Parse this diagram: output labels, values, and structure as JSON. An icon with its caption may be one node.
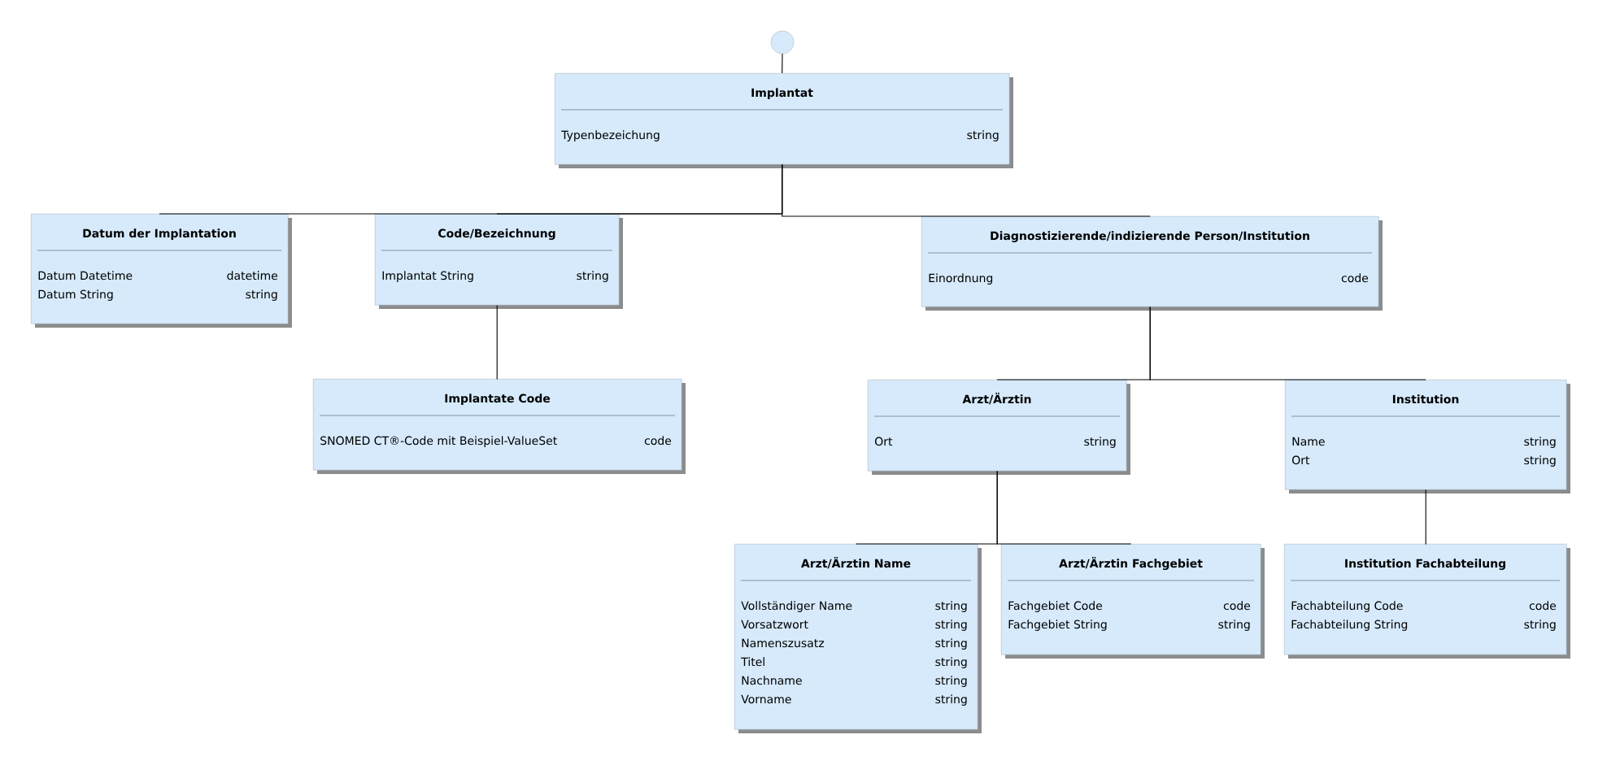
{
  "diagram": {
    "nodes": [
      {
        "text": [],
        "shape": "circle"
      },
      {
        "text": [
          "Implantat",
          "Typenbezeichung",
          "string"
        ]
      },
      {
        "text": [
          "Datum der Implantation",
          "Datum Datetime",
          "datetime",
          "Datum String",
          "string"
        ]
      },
      {
        "text": [
          "Code/Bezeichnung",
          "Implantat String",
          "string"
        ]
      },
      {
        "text": [
          "Diagnostizierende/indizierende Person/Institution",
          "Einordnung",
          "code"
        ]
      },
      {
        "text": [
          "Implantate Code",
          "SNOMED CT®-Code mit Beispiel-ValueSet",
          "code"
        ]
      },
      {
        "text": [
          "Arzt/Ärztin",
          "Ort",
          "string"
        ]
      },
      {
        "text": [
          "Institution",
          "Name",
          "string",
          "Ort",
          "string"
        ]
      },
      {
        "text": [
          "Arzt/Ärztin Name",
          "Vollständiger Name",
          "string",
          "Vorsatzwort",
          "string",
          "Namenszusatz",
          "string",
          "Titel",
          "string",
          "Nachname",
          "string",
          "Vorname",
          "string"
        ]
      },
      {
        "text": [
          "Arzt/Ärztin Fachgebiet",
          "Fachgebiet Code",
          "code",
          "Fachgebiet String",
          "string"
        ]
      },
      {
        "text": [
          "Institution Fachabteilung",
          "Fachabteilung Code",
          "code",
          "Fachabteilung String",
          "string"
        ]
      }
    ],
    "edges": [
      {
        "from": 0,
        "to": 1,
        "arrow": "none"
      },
      {
        "from": 1,
        "to": 2,
        "arrow": "none"
      },
      {
        "from": 1,
        "to": 3,
        "arrow": "none"
      },
      {
        "from": 1,
        "to": 4,
        "arrow": "none"
      },
      {
        "from": 3,
        "to": 5,
        "arrow": "none"
      },
      {
        "from": 4,
        "to": 6,
        "arrow": "none"
      },
      {
        "from": 4,
        "to": 7,
        "arrow": "none"
      },
      {
        "from": 6,
        "to": 8,
        "arrow": "none"
      },
      {
        "from": 6,
        "to": 9,
        "arrow": "none"
      },
      {
        "from": 7,
        "to": 10,
        "arrow": "none"
      }
    ]
  }
}
